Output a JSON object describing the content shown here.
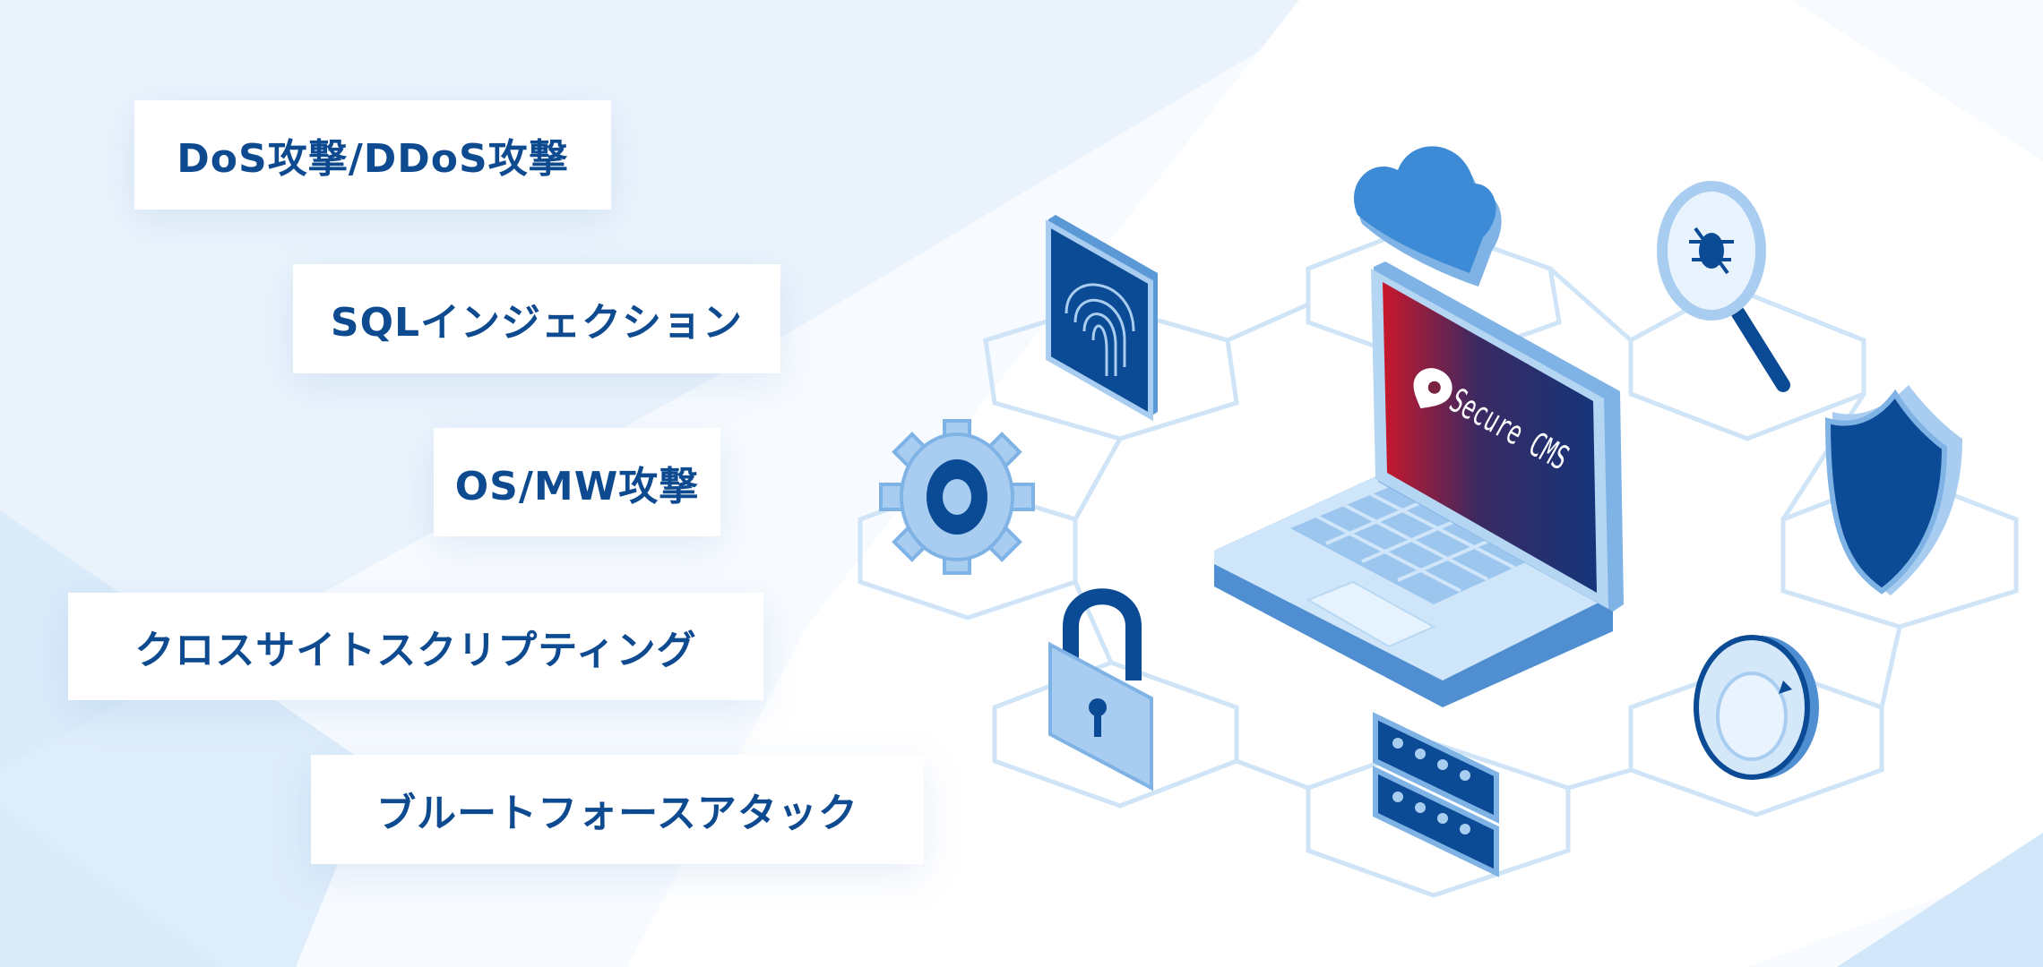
{
  "attack_types": [
    {
      "label": "DoS攻撃/DDoS攻撃"
    },
    {
      "label": "SQLインジェクション"
    },
    {
      "label": "OS/MW攻撃"
    },
    {
      "label": "クロスサイトスクリプティング"
    },
    {
      "label": "ブルートフォースアタック"
    }
  ],
  "laptop": {
    "screen_brand": "Secure CMS"
  },
  "colors": {
    "text": "#0d4a8f",
    "background": "#eaf3fc",
    "screen_start": "#c8172a",
    "screen_end": "#14357a",
    "icon_dark": "#0b4a94",
    "icon_light": "#a9cdf0"
  },
  "icons": [
    "fingerprint-icon",
    "cloud-icon",
    "bug-search-icon",
    "shield-icon",
    "dial-icon",
    "server-icon",
    "padlock-icon",
    "gear-icon"
  ]
}
